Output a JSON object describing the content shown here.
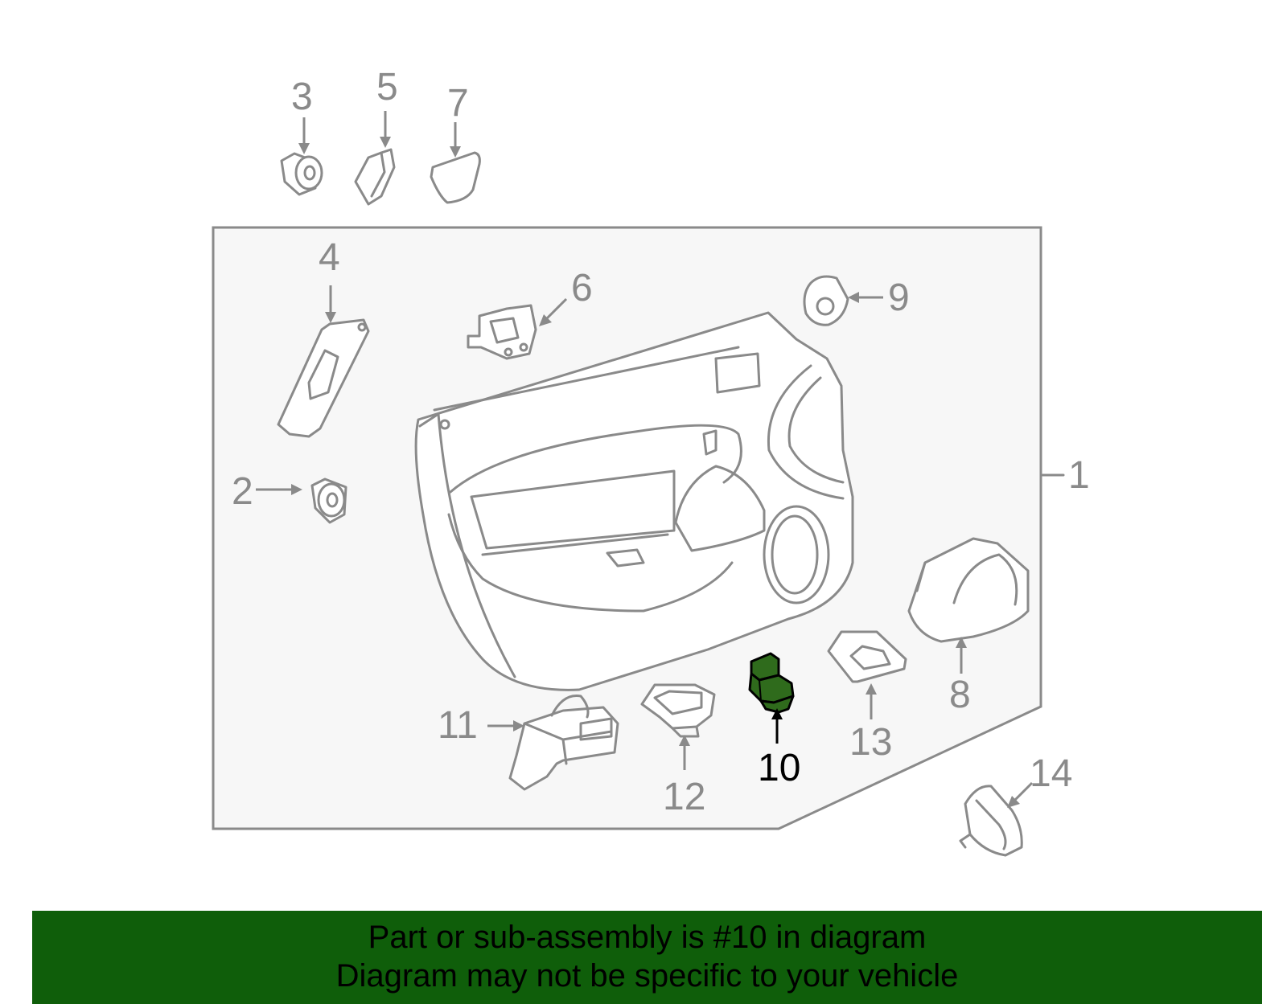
{
  "callouts": {
    "c1": "1",
    "c2": "2",
    "c3": "3",
    "c4": "4",
    "c5": "5",
    "c6": "6",
    "c7": "7",
    "c8": "8",
    "c9": "9",
    "c10": "10",
    "c11": "11",
    "c12": "12",
    "c13": "13",
    "c14": "14"
  },
  "highlighted_part": "10",
  "colors": {
    "line": "#8a8a8a",
    "panel_fill": "#f7f7f7",
    "highlight_fill": "#2f6b1c",
    "banner": "#0f5e0a"
  },
  "banner": {
    "line1": "Part or sub-assembly is #10 in diagram",
    "line2": "Diagram may not be specific to your vehicle"
  }
}
